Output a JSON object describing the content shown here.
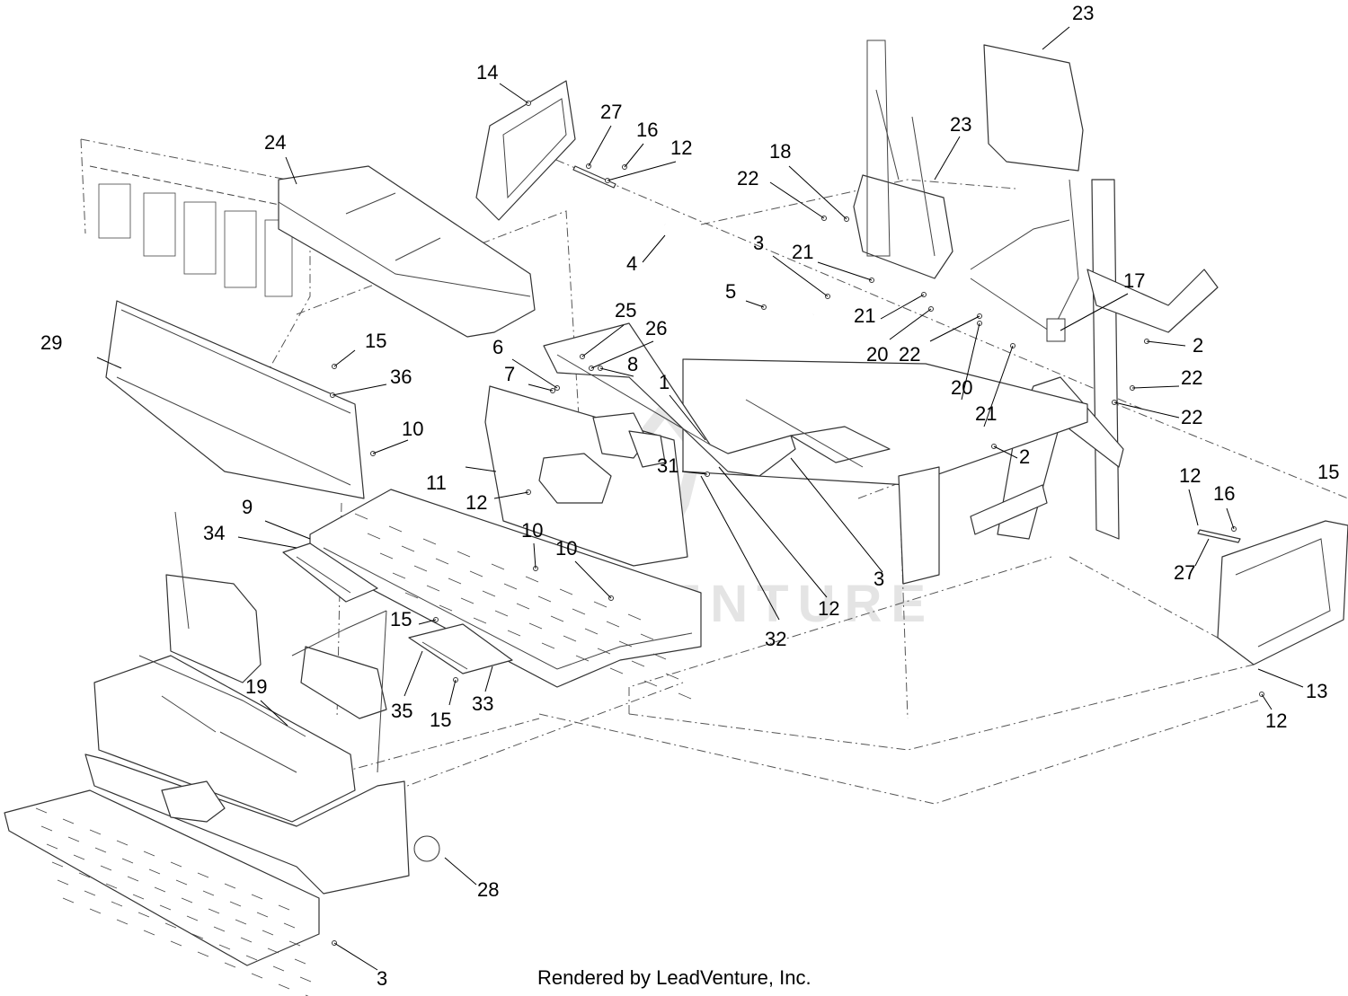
{
  "diagram": {
    "callouts": [
      {
        "id": "c-23a",
        "label": "23"
      },
      {
        "id": "c-14",
        "label": "14"
      },
      {
        "id": "c-27a",
        "label": "27"
      },
      {
        "id": "c-16a",
        "label": "16"
      },
      {
        "id": "c-12a",
        "label": "12"
      },
      {
        "id": "c-23b",
        "label": "23"
      },
      {
        "id": "c-24",
        "label": "24"
      },
      {
        "id": "c-18",
        "label": "18"
      },
      {
        "id": "c-22a",
        "label": "22"
      },
      {
        "id": "c-4",
        "label": "4"
      },
      {
        "id": "c-3a",
        "label": "3"
      },
      {
        "id": "c-21a",
        "label": "21"
      },
      {
        "id": "c-5",
        "label": "5"
      },
      {
        "id": "c-17",
        "label": "17"
      },
      {
        "id": "c-25",
        "label": "25"
      },
      {
        "id": "c-21b",
        "label": "21"
      },
      {
        "id": "c-2a",
        "label": "2"
      },
      {
        "id": "c-29",
        "label": "29"
      },
      {
        "id": "c-15a",
        "label": "15"
      },
      {
        "id": "c-6",
        "label": "6"
      },
      {
        "id": "c-26",
        "label": "26"
      },
      {
        "id": "c-20a",
        "label": "20"
      },
      {
        "id": "c-22b",
        "label": "22"
      },
      {
        "id": "c-22c",
        "label": "22"
      },
      {
        "id": "c-36",
        "label": "36"
      },
      {
        "id": "c-7",
        "label": "7"
      },
      {
        "id": "c-8",
        "label": "8"
      },
      {
        "id": "c-1",
        "label": "1"
      },
      {
        "id": "c-20b",
        "label": "20"
      },
      {
        "id": "c-22d",
        "label": "22"
      },
      {
        "id": "c-10a",
        "label": "10"
      },
      {
        "id": "c-21c",
        "label": "21"
      },
      {
        "id": "c-2b",
        "label": "2"
      },
      {
        "id": "c-31",
        "label": "31"
      },
      {
        "id": "c-11",
        "label": "11"
      },
      {
        "id": "c-15b",
        "label": "15"
      },
      {
        "id": "c-12b",
        "label": "12"
      },
      {
        "id": "c-12c",
        "label": "12"
      },
      {
        "id": "c-16b",
        "label": "16"
      },
      {
        "id": "c-9",
        "label": "9"
      },
      {
        "id": "c-34",
        "label": "34"
      },
      {
        "id": "c-10b",
        "label": "10"
      },
      {
        "id": "c-10c",
        "label": "10"
      },
      {
        "id": "c-27b",
        "label": "27"
      },
      {
        "id": "c-3b",
        "label": "3"
      },
      {
        "id": "c-12d",
        "label": "12"
      },
      {
        "id": "c-15c",
        "label": "15"
      },
      {
        "id": "c-32",
        "label": "32"
      },
      {
        "id": "c-19",
        "label": "19"
      },
      {
        "id": "c-13",
        "label": "13"
      },
      {
        "id": "c-35",
        "label": "35"
      },
      {
        "id": "c-33",
        "label": "33"
      },
      {
        "id": "c-15d",
        "label": "15"
      },
      {
        "id": "c-12e",
        "label": "12"
      },
      {
        "id": "c-28",
        "label": "28"
      },
      {
        "id": "c-3c",
        "label": "3"
      }
    ]
  },
  "watermark": "LEADVENTURE",
  "footer": "Rendered by LeadVenture, Inc."
}
